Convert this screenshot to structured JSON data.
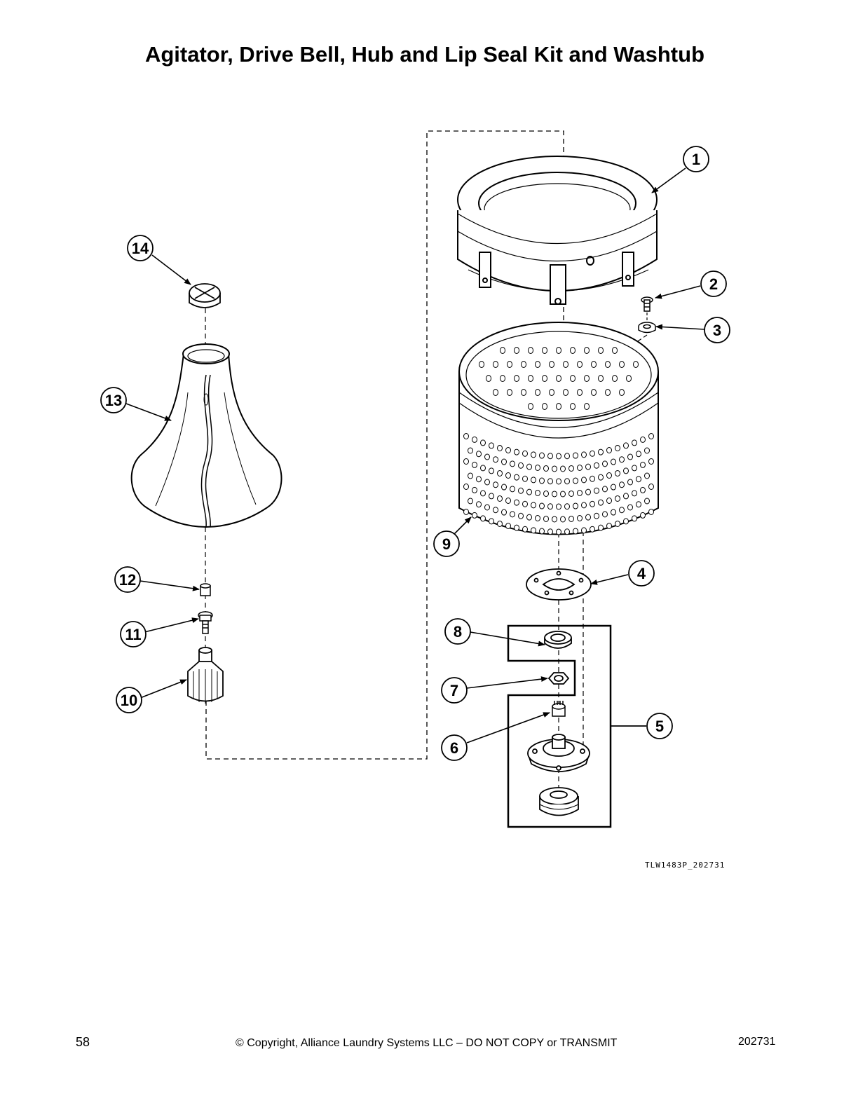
{
  "title": "Agitator, Drive Bell, Hub and Lip Seal Kit and Washtub",
  "callouts": [
    {
      "id": "1",
      "label": "1"
    },
    {
      "id": "2",
      "label": "2"
    },
    {
      "id": "3",
      "label": "3"
    },
    {
      "id": "4",
      "label": "4"
    },
    {
      "id": "5",
      "label": "5"
    },
    {
      "id": "6",
      "label": "6"
    },
    {
      "id": "7",
      "label": "7"
    },
    {
      "id": "8",
      "label": "8"
    },
    {
      "id": "9",
      "label": "9"
    },
    {
      "id": "10",
      "label": "10"
    },
    {
      "id": "11",
      "label": "11"
    },
    {
      "id": "12",
      "label": "12"
    },
    {
      "id": "13",
      "label": "13"
    },
    {
      "id": "14",
      "label": "14"
    }
  ],
  "figure_code": "TLW1483P_202731",
  "footer": {
    "page_number": "58",
    "copyright": "© Copyright, Alliance Laundry Systems LLC – DO NOT COPY or TRANSMIT",
    "doc_number": "202731"
  }
}
